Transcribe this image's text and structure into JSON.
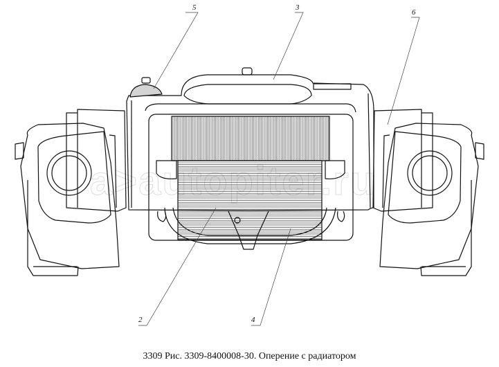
{
  "callouts": [
    "5",
    "3",
    "6",
    "2",
    "4"
  ],
  "caption": "3309 Рис. 3309-8400008-30. Оперение с радиатором",
  "watermark": "autopiter.ru"
}
